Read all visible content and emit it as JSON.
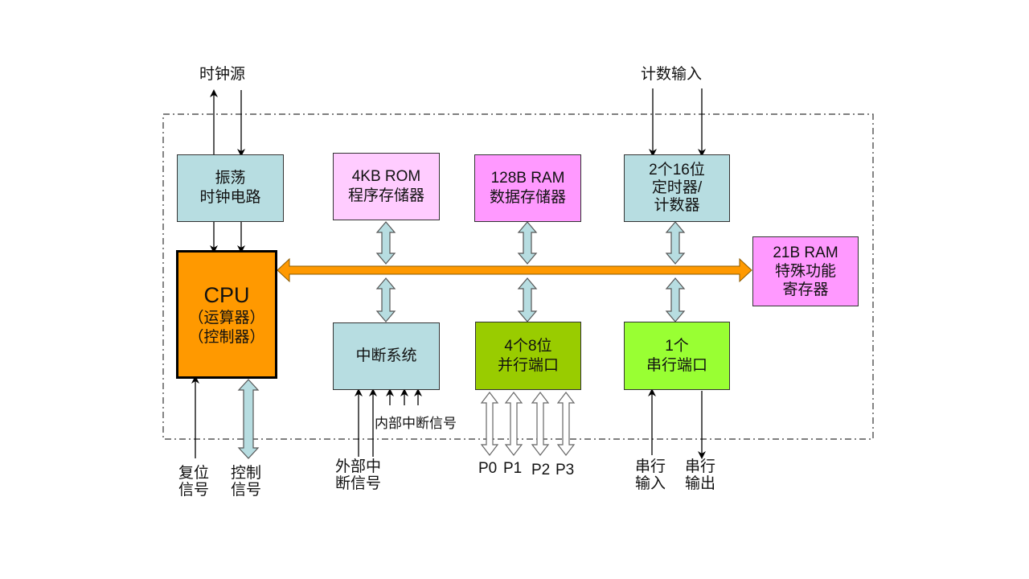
{
  "title": "MCS-51 单片机内部结构框图",
  "colors": {
    "cyan_box": "#B7DDE1",
    "pink_box": "#FFCCFF",
    "magenta_box": "#FF99FF",
    "cpu_box": "#FF9900",
    "olive_green_box": "#99CC00",
    "light_green_box": "#99FF33",
    "bus": "#FF9900",
    "bus_arrow_fill": "#B7DDE1",
    "outline": "#000000"
  },
  "blocks": {
    "oscillator": {
      "lines": [
        "振荡",
        "时钟电路"
      ]
    },
    "rom": {
      "lines": [
        "4KB ROM",
        "程序存储器"
      ]
    },
    "ram": {
      "lines": [
        "128B RAM",
        "数据存储器"
      ]
    },
    "timer": {
      "lines": [
        "2个16位",
        "定时器/",
        "计数器"
      ]
    },
    "sfr": {
      "lines": [
        "21B RAM",
        "特殊功能",
        "寄存器"
      ]
    },
    "cpu": {
      "title": "CPU",
      "lines": [
        "（运算器）",
        "（控制器）"
      ]
    },
    "interrupt": {
      "lines": [
        "中断系统"
      ]
    },
    "parallel_port": {
      "lines": [
        "4个8位",
        "并行端口"
      ]
    },
    "serial_port": {
      "lines": [
        "1个",
        "串行端口"
      ]
    }
  },
  "labels": {
    "clock_source": "时钟源",
    "count_input": "计数输入",
    "reset_signal": [
      "复位",
      "信号"
    ],
    "control_signal": [
      "控制",
      "信号"
    ],
    "external_interrupt": [
      "外部中",
      "断信号"
    ],
    "internal_interrupt": "内部中断信号",
    "ports": [
      "P0",
      "P1",
      "P2",
      "P3"
    ],
    "serial_input": [
      "串行",
      "输入"
    ],
    "serial_output": [
      "串行",
      "输出"
    ]
  }
}
